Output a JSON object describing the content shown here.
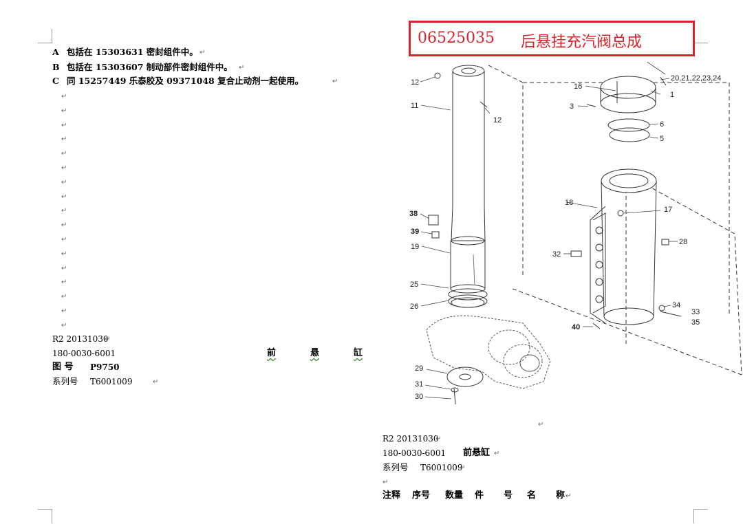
{
  "left_page": {
    "notes": [
      {
        "letter": "A",
        "text": "包括在 15303631 密封组件中。"
      },
      {
        "letter": "B",
        "text": "包括在 15303607 制动部件密封组件中。"
      },
      {
        "letter": "C",
        "text": "同 15257449 乐泰胶及 09371048 复合止动剂一起使用。"
      }
    ],
    "revision": "R2 20131030",
    "part_no": "180-0030-6001",
    "title_chars": [
      "前",
      "悬",
      "缸"
    ],
    "drawing_label": "图 号",
    "drawing_no": "P9750",
    "series_label": "系列号",
    "series_no": "T6001009"
  },
  "right_page": {
    "revision": "R2 20131030",
    "part_no": "180-0030-6001",
    "title": "前悬缸",
    "series_label": "系列号",
    "series_no": "T6001009",
    "table_headers": [
      "注释",
      "序号",
      "数量",
      "件",
      "号",
      "名",
      "称"
    ]
  },
  "highlight": {
    "code": "06525035",
    "name": "后悬挂充汽阀总成"
  },
  "diagram_callouts": [
    "12",
    "11",
    "12",
    "16",
    "3",
    "20,21,22,23,24",
    "1",
    "6",
    "5",
    "18",
    "17",
    "38",
    "39",
    "19",
    "28",
    "32",
    "25",
    "26",
    "34",
    "33",
    "35",
    "40",
    "29",
    "31",
    "30"
  ],
  "return_mark": "↵"
}
